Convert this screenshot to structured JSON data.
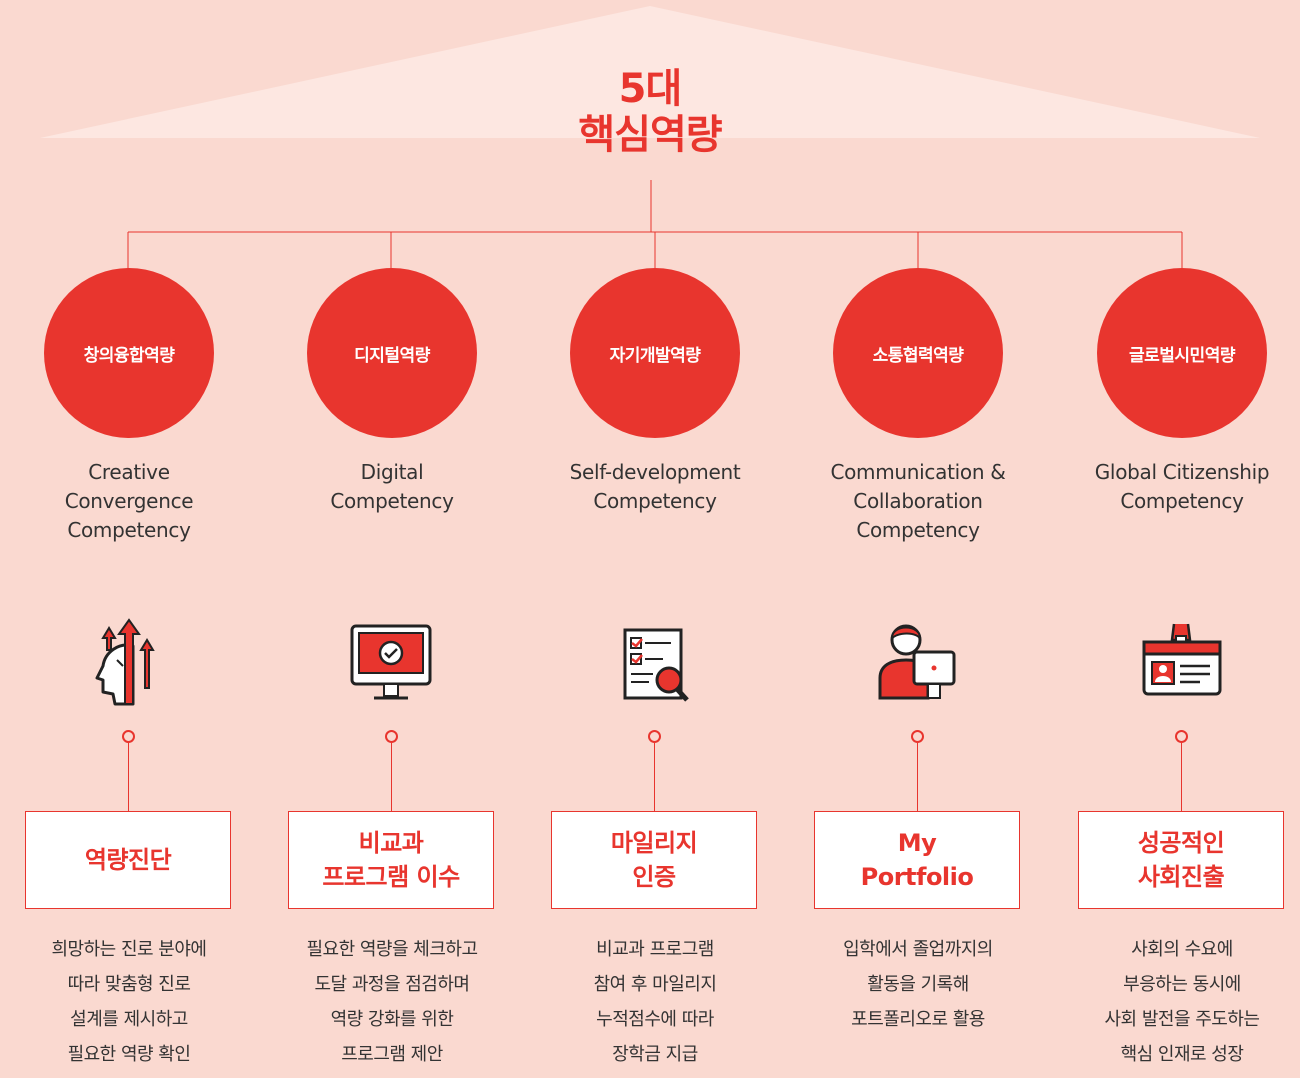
{
  "title": {
    "line1": "5대",
    "line2": "핵심역량"
  },
  "colors": {
    "accent": "#e8352e",
    "background": "#fad9d0",
    "roof": "#fde7e1"
  },
  "competencies": [
    {
      "name": "창의융합역량",
      "english": [
        "Creative",
        "Convergence",
        "Competency"
      ],
      "icon": "head-growth-arrows-icon",
      "box": [
        "역량진단"
      ],
      "description": [
        "희망하는 진로 분야에",
        "따라 맞춤형 진로",
        "설계를 제시하고",
        "필요한 역량 확인"
      ]
    },
    {
      "name": "디지털역량",
      "english": [
        "Digital",
        "Competency"
      ],
      "icon": "monitor-check-icon",
      "box": [
        "비교과",
        "프로그램 이수"
      ],
      "description": [
        "필요한 역량을 체크하고",
        "도달 과정을 점검하며",
        "역량 강화를 위한",
        "프로그램 제안"
      ]
    },
    {
      "name": "자기개발역량",
      "english": [
        "Self-development",
        "Competency"
      ],
      "icon": "checklist-magnifier-icon",
      "box": [
        "마일리지",
        "인증"
      ],
      "description": [
        "비교과 프로그램",
        "참여 후 마일리지",
        "누적점수에 따라",
        "장학금 지급"
      ]
    },
    {
      "name": "소통협력역량",
      "english": [
        "Communication &",
        "Collaboration",
        "Competency"
      ],
      "icon": "person-computer-icon",
      "box": [
        "My",
        "Portfolio"
      ],
      "description": [
        "입학에서 졸업까지의",
        "활동을 기록해",
        "포트폴리오로 활용"
      ]
    },
    {
      "name": "글로벌시민역량",
      "english": [
        "Global Citizenship",
        "Competency"
      ],
      "icon": "id-card-icon",
      "box": [
        "성공적인",
        "사회진출"
      ],
      "description": [
        "사회의 수요에",
        "부응하는 동시에",
        "사회 발전을 주도하는",
        "핵심 인재로 성장"
      ]
    }
  ]
}
